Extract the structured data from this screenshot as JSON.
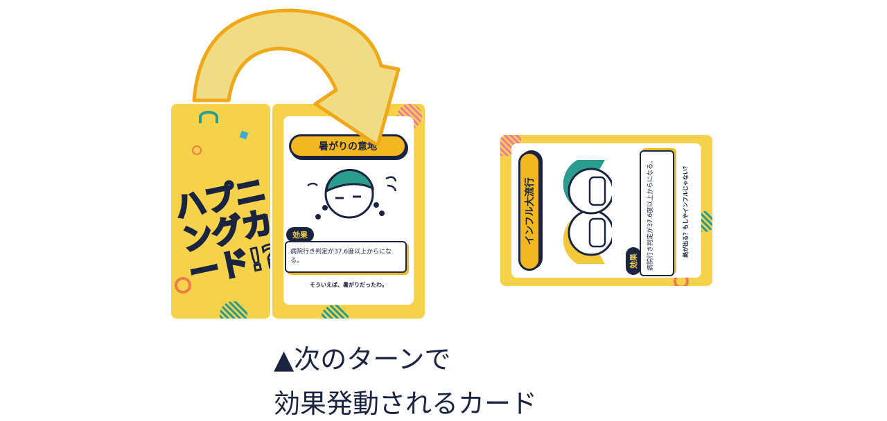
{
  "back_card": {
    "logo_text": "ハプニングカード!?"
  },
  "front_card": {
    "title": "暑がりの意地",
    "effect_tag": "効果",
    "effect_text": "病院行き判定が37.6度以上からになる。",
    "flavor": "そういえば、暑がりだったわ。"
  },
  "rotated_card": {
    "title": "インフル大流行",
    "effect_tag": "効果",
    "effect_text": "病院行き判定が37.6度以上からになる。",
    "flavor": "熱が出る？もしやインフルじゃない？"
  },
  "caption": {
    "line1": "▲次のターンで",
    "line2": "効果発動されるカード"
  },
  "colors": {
    "card": "#f5d24a",
    "accent": "#f3b81f",
    "navy": "#1a2440",
    "teal": "#2a9d8f",
    "arrow": "#f0dc84"
  }
}
